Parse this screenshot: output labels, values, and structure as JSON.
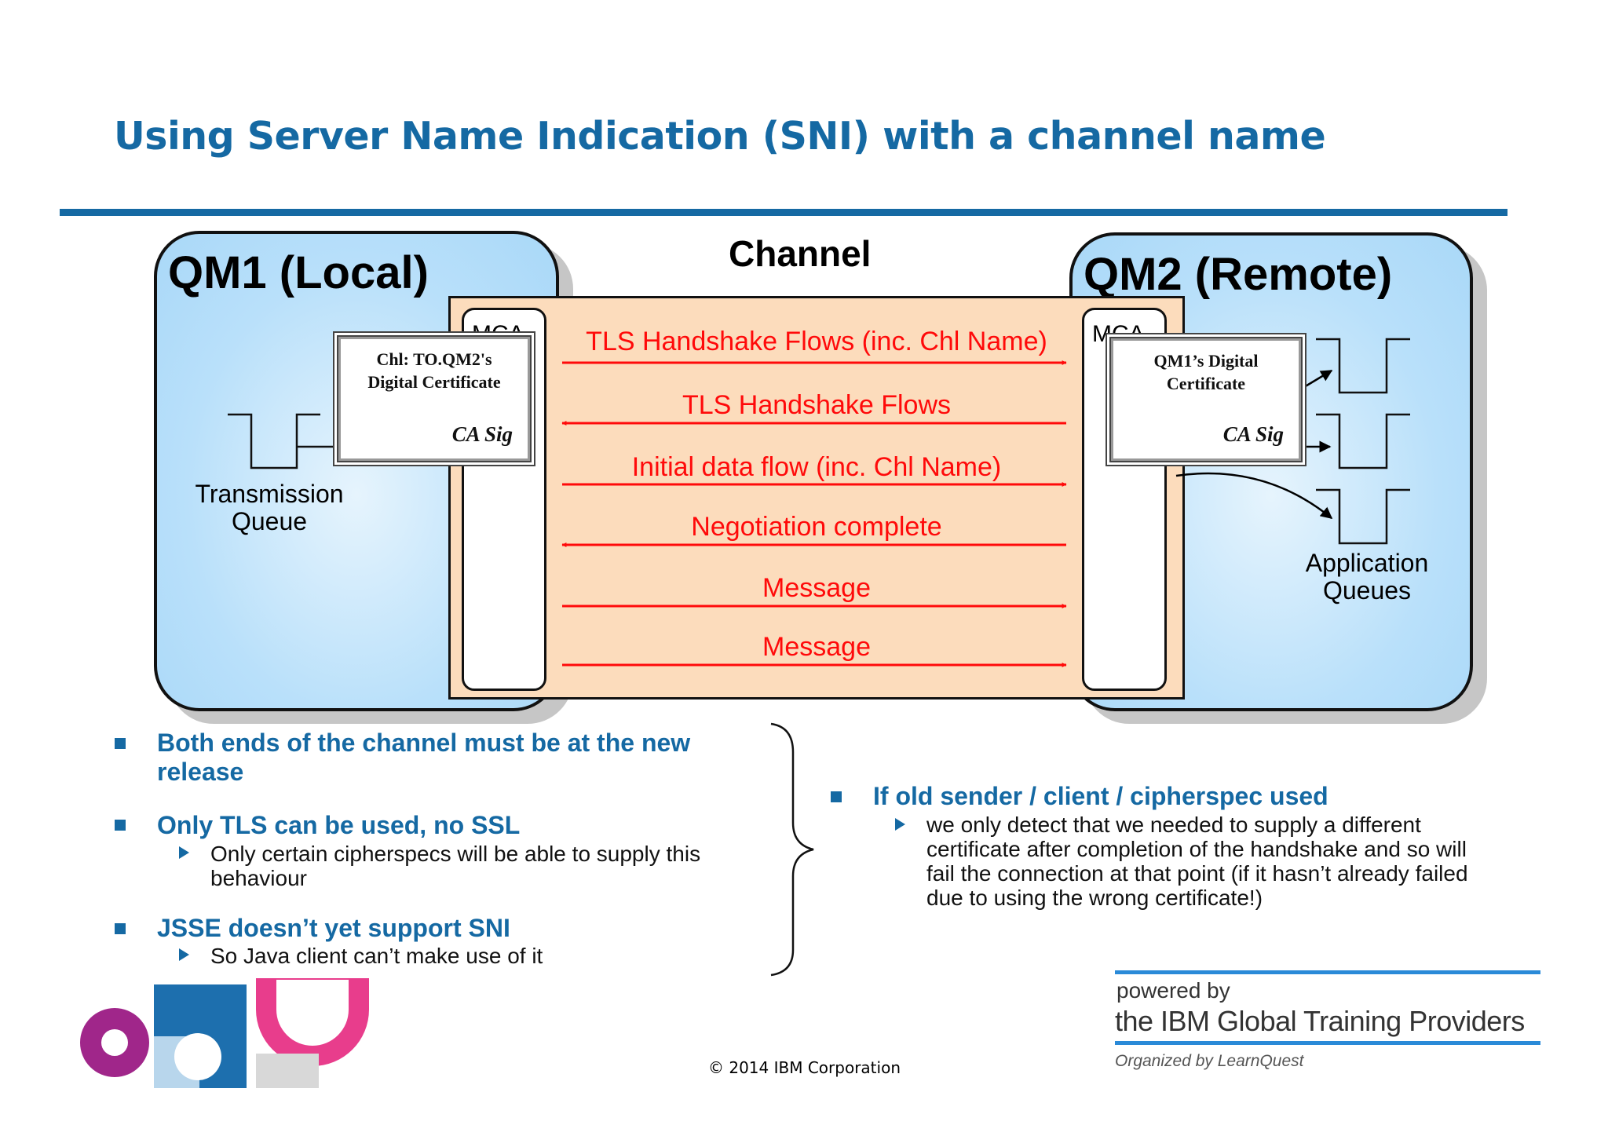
{
  "title": "Using Server Name Indication (SNI) with a channel name",
  "diagram": {
    "channel_label": "Channel",
    "qm1": {
      "title": "QM1 (Local)",
      "mca_label": "MCA",
      "certificate": {
        "line1": "Chl: TO.QM2's",
        "line2": "Digital Certificate",
        "sig": "CA Sig"
      },
      "queue_line1": "Transmission",
      "queue_line2": "Queue"
    },
    "qm2": {
      "title": "QM2 (Remote)",
      "mca_label": "MCA",
      "certificate": {
        "line1": "QM1’s Digital",
        "line2": "Certificate",
        "sig": "CA Sig"
      },
      "queue_line1": "Application",
      "queue_line2": "Queues"
    },
    "flows": [
      {
        "label": "TLS Handshake Flows (inc. Chl Name)",
        "direction": "right"
      },
      {
        "label": "TLS Handshake Flows",
        "direction": "left"
      },
      {
        "label": "Initial data flow (inc. Chl Name)",
        "direction": "right"
      },
      {
        "label": "Negotiation complete",
        "direction": "left"
      },
      {
        "label": "Message",
        "direction": "right"
      },
      {
        "label": "Message",
        "direction": "right"
      }
    ]
  },
  "bullets_left": [
    {
      "heading_line1": "Both ends of the channel must be at the new",
      "heading_line2": "release"
    },
    {
      "heading": "Only TLS can be used, no SSL",
      "sub_line1": "Only certain cipherspecs will be able to supply this",
      "sub_line2": "behaviour"
    },
    {
      "heading": "JSSE doesn’t yet support SNI",
      "sub_line1": "So Java client can’t make use of it"
    }
  ],
  "bullet_right": {
    "heading": "If old sender / client / cipherspec used",
    "sub_lines": [
      "we only detect that we needed to supply a different",
      "certificate after completion of the handshake and so will",
      "fail the connection at that point (if it hasn’t already failed",
      "due to using the wrong certificate!)"
    ]
  },
  "footer": {
    "copyright": "© 2014 IBM Corporation",
    "powered_by": "powered by",
    "providers": "the IBM Global Training Providers",
    "organized": "Organized by LearnQuest"
  },
  "colors": {
    "title_blue": "#1569a3",
    "flow_red": "#ff0a0a",
    "qm_fill": "#b9e0fa",
    "channel_fill": "#fcdcbc"
  }
}
